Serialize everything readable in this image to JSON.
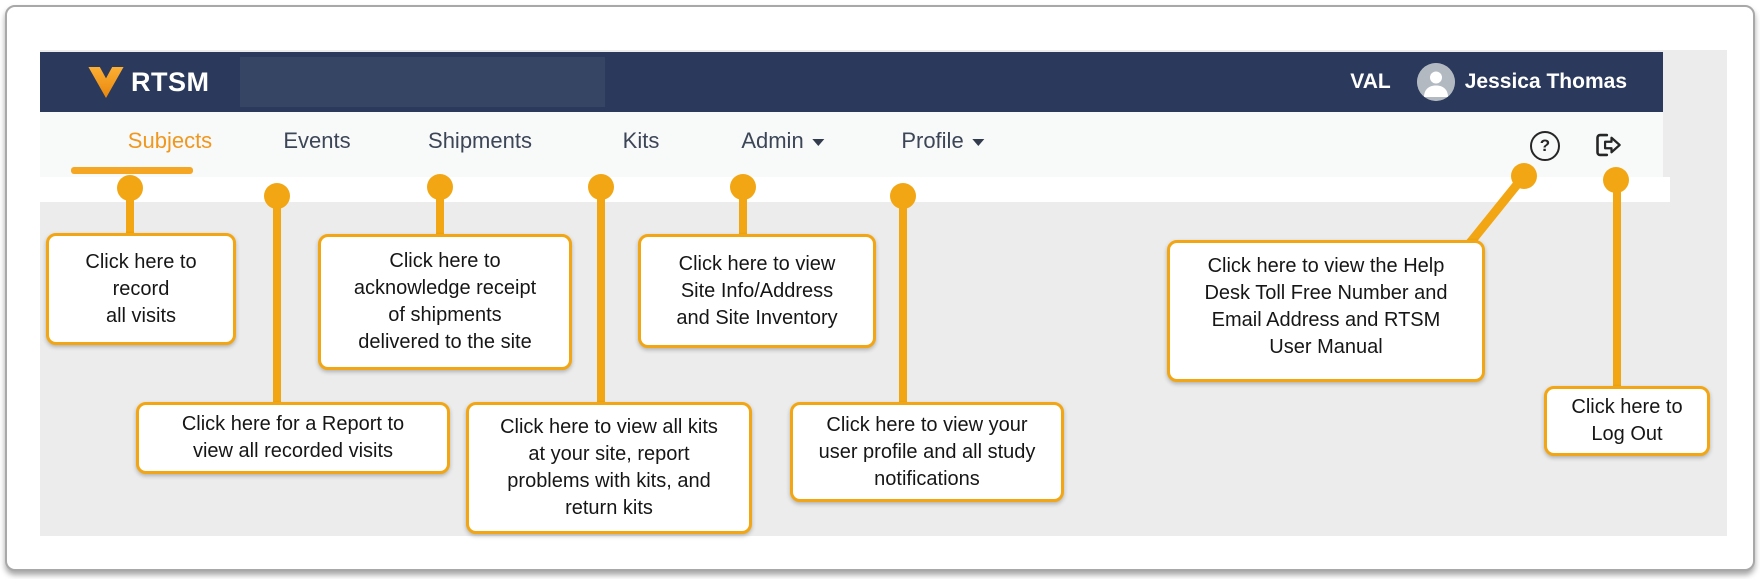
{
  "header": {
    "logo_text": "RTSM",
    "env_label": "VAL",
    "user_name": "Jessica Thomas"
  },
  "nav": {
    "items": [
      {
        "label": "Subjects",
        "active": true
      },
      {
        "label": "Events",
        "active": false
      },
      {
        "label": "Shipments",
        "active": false
      },
      {
        "label": "Kits",
        "active": false
      },
      {
        "label": "Admin",
        "active": false,
        "dropdown": true
      },
      {
        "label": "Profile",
        "active": false,
        "dropdown": true
      }
    ],
    "help_glyph": "?"
  },
  "callouts": [
    {
      "id": "subjects",
      "text": "Click here to\nrecord\nall visits"
    },
    {
      "id": "events",
      "text": "Click here for a Report to\nview all recorded visits"
    },
    {
      "id": "shipments",
      "text": "Click here to\nacknowledge receipt\nof shipments\ndelivered to the site"
    },
    {
      "id": "kits",
      "text": "Click here to view all kits\nat your site, report\nproblems with kits, and\nreturn kits"
    },
    {
      "id": "admin",
      "text": "Click here to view\nSite Info/Address\nand Site Inventory"
    },
    {
      "id": "profile",
      "text": "Click here to view your\nuser profile and all study\nnotifications"
    },
    {
      "id": "help",
      "text": "Click here to view the Help\nDesk Toll Free Number and\nEmail Address and RTSM\nUser Manual"
    },
    {
      "id": "logout",
      "text": "Click here to\nLog Out"
    }
  ],
  "colors": {
    "header_navy": "#2b3a5c",
    "accent_orange": "#f2a613",
    "active_tab_orange": "#f0971e",
    "nav_text": "#3d4657",
    "canvas_gray": "#ececec",
    "callout_border": "#f2a613"
  }
}
